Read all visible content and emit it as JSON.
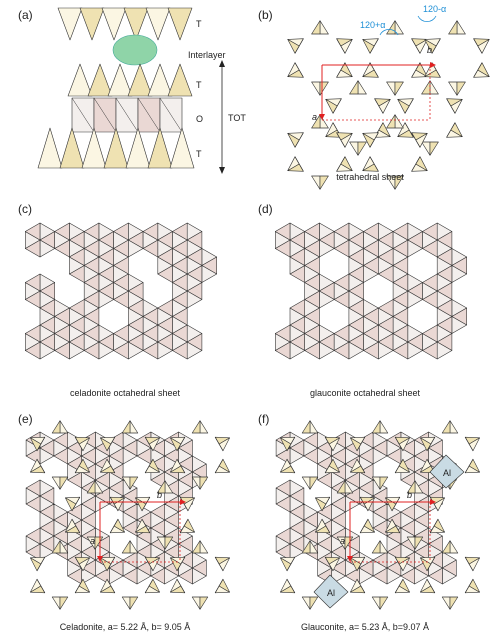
{
  "panels": {
    "a": {
      "label": "(a)",
      "layers": [
        "T",
        "T",
        "O",
        "T"
      ],
      "interlayer": "Interlayer",
      "tot": "TOT"
    },
    "b": {
      "label": "(b)",
      "angle_plus": "120+α",
      "angle_minus": "120-α",
      "axis_a": "a",
      "axis_b": "b",
      "caption": "tetrahedral sheet"
    },
    "c": {
      "label": "(c)",
      "caption": "celadonite octahedral sheet"
    },
    "d": {
      "label": "(d)",
      "caption": "glauconite octahedral sheet"
    },
    "e": {
      "label": "(e)",
      "axis_a": "a",
      "axis_b": "b",
      "caption": "Celadonite, a= 5.22 Å, b= 9.05 Å"
    },
    "f": {
      "label": "(f)",
      "axis_a": "a",
      "axis_b": "b",
      "al": [
        "Al",
        "Al"
      ],
      "caption": "Glauconite, a= 5.23 Å, b=9.07 Å"
    }
  },
  "colors": {
    "tetra_light": "#fbf6e3",
    "tetra_dark": "#efe2b2",
    "octa_light": "#f3efed",
    "octa_dark": "#ead8d4",
    "arrow": "#e02020",
    "angle": "#1e8fd6",
    "interlayer": "#8fd4a8",
    "al": "#c9dbe4"
  }
}
